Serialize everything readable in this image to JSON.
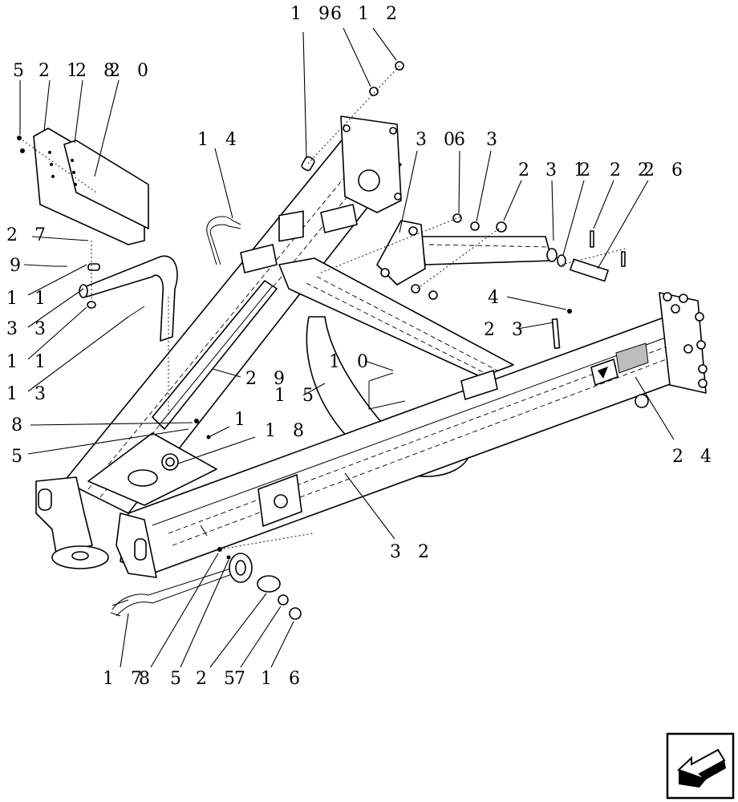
{
  "diagram": {
    "callouts": [
      {
        "id": "c1",
        "text": "1 9"
      },
      {
        "id": "c2",
        "text": "6"
      },
      {
        "id": "c3",
        "text": "1 2"
      },
      {
        "id": "c4",
        "text": "5"
      },
      {
        "id": "c5",
        "text": "2 1"
      },
      {
        "id": "c6",
        "text": "2 8"
      },
      {
        "id": "c7",
        "text": "2 0"
      },
      {
        "id": "c8",
        "text": "1 4"
      },
      {
        "id": "c9",
        "text": "3 0"
      },
      {
        "id": "c10",
        "text": "6"
      },
      {
        "id": "c11",
        "text": "3"
      },
      {
        "id": "c12",
        "text": "2"
      },
      {
        "id": "c13",
        "text": "3 1"
      },
      {
        "id": "c14",
        "text": "2"
      },
      {
        "id": "c15",
        "text": "2 2"
      },
      {
        "id": "c16",
        "text": "2 6"
      },
      {
        "id": "c17",
        "text": "2 7"
      },
      {
        "id": "c18",
        "text": "9"
      },
      {
        "id": "c19",
        "text": "1 1"
      },
      {
        "id": "c20",
        "text": "3 3"
      },
      {
        "id": "c21",
        "text": "1 1"
      },
      {
        "id": "c22",
        "text": "1 3"
      },
      {
        "id": "c23",
        "text": "4"
      },
      {
        "id": "c24",
        "text": "2 3"
      },
      {
        "id": "c25",
        "text": "1 0"
      },
      {
        "id": "c26",
        "text": "1 5"
      },
      {
        "id": "c27",
        "text": "2 9"
      },
      {
        "id": "c28",
        "text": "8"
      },
      {
        "id": "c29",
        "text": "1"
      },
      {
        "id": "c30",
        "text": "5"
      },
      {
        "id": "c31",
        "text": "1 8"
      },
      {
        "id": "c32",
        "text": "2 4"
      },
      {
        "id": "c33",
        "text": "3 2"
      },
      {
        "id": "c34",
        "text": "1 7"
      },
      {
        "id": "c35",
        "text": "8"
      },
      {
        "id": "c36",
        "text": "5"
      },
      {
        "id": "c37",
        "text": "2 5"
      },
      {
        "id": "c38",
        "text": "7"
      },
      {
        "id": "c39",
        "text": "1 6"
      }
    ],
    "nav_icon": "arrow-icon"
  }
}
